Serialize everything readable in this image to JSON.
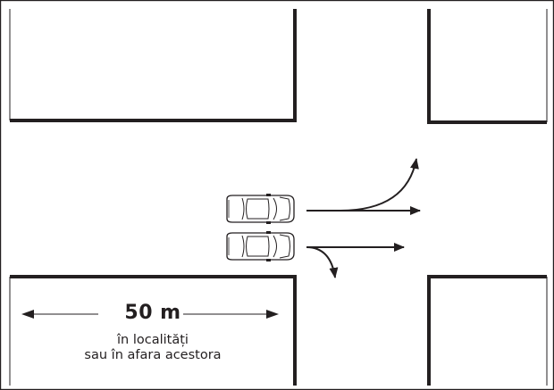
{
  "distance": {
    "value": "50 m",
    "line1": "în localități",
    "line2": "sau în afara acestora"
  },
  "colors": {
    "line": "#231f20",
    "background": "#ffffff"
  },
  "icons": {
    "vehicle": "car-top-view",
    "arrows": [
      "straight-arrow",
      "left-turn-arrow",
      "right-turn-arrow"
    ]
  }
}
